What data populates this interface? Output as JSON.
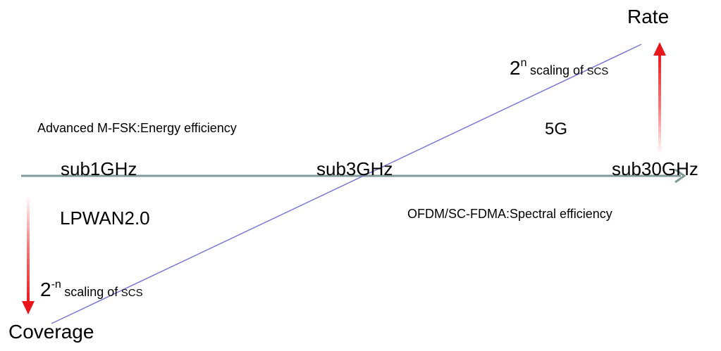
{
  "labels": {
    "rate": "Rate",
    "coverage": "Coverage",
    "advanced_mfsk": "Advanced M-FSK:Energy efficiency",
    "five_g": "5G",
    "sub1ghz": "sub1GHz",
    "sub3ghz": "sub3GHz",
    "sub30ghz": "sub30GHz",
    "lpwan": "LPWAN2.0",
    "ofdm": "OFDM/SC-FDMA:Spectral efficiency"
  },
  "scaling_up": {
    "base": "2",
    "exponent": "n",
    "text": "scaling of",
    "scs": "SCS"
  },
  "scaling_down": {
    "base": "2",
    "exponent": "-n",
    "text": "scaling of",
    "scs": "SCS"
  },
  "colors": {
    "axis": "#7f9a97",
    "diagonal": "#7b78d6",
    "arrow_red": "#e8161a"
  }
}
